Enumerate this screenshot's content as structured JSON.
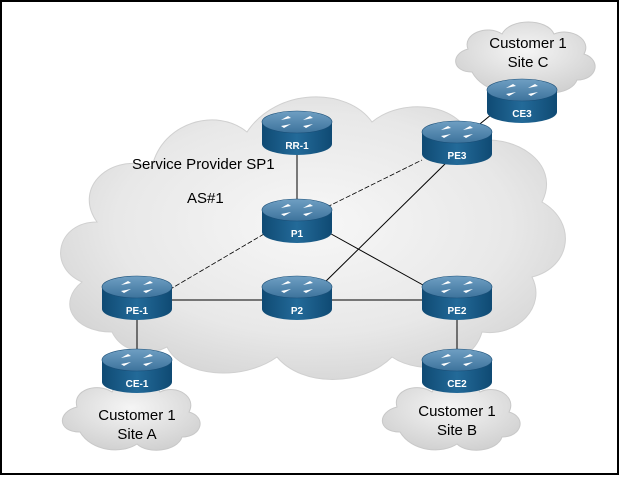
{
  "provider": {
    "name": "Service Provider SP1",
    "as": "AS#1"
  },
  "routers": {
    "rr1": "RR-1",
    "p1": "P1",
    "p2": "P2",
    "pe1": "PE-1",
    "pe2": "PE2",
    "pe3": "PE3",
    "ce1": "CE-1",
    "ce2": "CE2",
    "ce3": "CE3"
  },
  "sites": {
    "a": {
      "line1": "Customer 1",
      "line2": "Site A"
    },
    "b": {
      "line1": "Customer 1",
      "line2": "Site B"
    },
    "c": {
      "line1": "Customer 1",
      "line2": "Site C"
    }
  },
  "links": [
    {
      "from": "rr1",
      "to": "p1",
      "style": "solid"
    },
    {
      "from": "p1",
      "to": "pe1",
      "style": "dashed"
    },
    {
      "from": "p1",
      "to": "pe2",
      "style": "solid"
    },
    {
      "from": "p1",
      "to": "pe3",
      "style": "dashed"
    },
    {
      "from": "pe1",
      "to": "p2",
      "style": "solid"
    },
    {
      "from": "p2",
      "to": "pe2",
      "style": "solid"
    },
    {
      "from": "p2",
      "to": "pe3",
      "style": "solid"
    },
    {
      "from": "pe1",
      "to": "ce1",
      "style": "solid"
    },
    {
      "from": "pe2",
      "to": "ce2",
      "style": "solid"
    },
    {
      "from": "pe3",
      "to": "ce3",
      "style": "solid"
    }
  ],
  "colors": {
    "router_top": "#4a7fa7",
    "router_body": "#1d5f8c",
    "cloud": "#e6e6e6"
  },
  "icons": {
    "router": "router-icon",
    "cloud": "cloud-icon"
  }
}
